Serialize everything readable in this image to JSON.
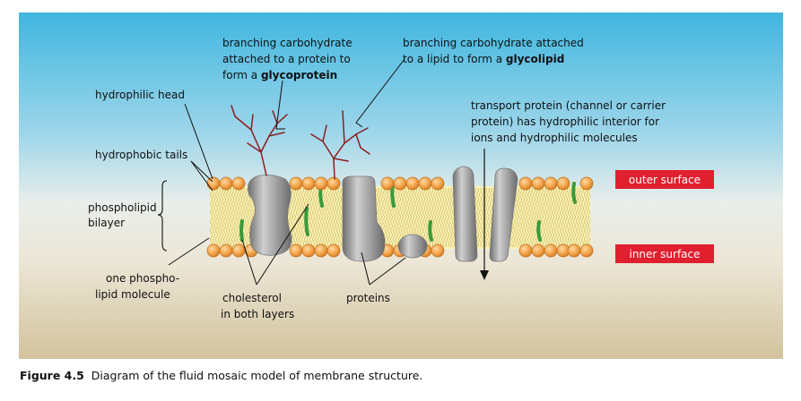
{
  "labels": {
    "glycoprotein": {
      "line1": "branching carbohydrate",
      "line2": "attached to a protein to",
      "line3_prefix": "form a ",
      "line3_bold": "glycoprotein"
    },
    "glycolipid": {
      "line1": "branching carbohydrate attached",
      "line2_prefix": "to a lipid to form a ",
      "line2_bold": "glycolipid"
    },
    "hydrophilic_head": "hydrophilic head",
    "hydrophobic_tails": "hydrophobic tails",
    "phospholipid_bilayer": {
      "line1": "phospholipid",
      "line2": "bilayer"
    },
    "one_phospholipid": {
      "line1": "one phospho-",
      "line2": "lipid molecule"
    },
    "cholesterol": {
      "line1": "cholesterol",
      "line2": "in both layers"
    },
    "proteins": "proteins",
    "transport_protein": {
      "line1": "transport protein (channel or carrier",
      "line2": "protein) has hydrophilic interior for",
      "line3": "ions and hydrophilic molecules"
    },
    "outer_surface": "outer surface",
    "inner_surface": "inner surface"
  },
  "caption": {
    "label": "Figure 4.5",
    "text": "Diagram of the fluid mosaic model of membrane structure."
  },
  "colors": {
    "sky_top": "#3fb6df",
    "sky_mid": "#bfe4ef",
    "ground": "#d5c9a6",
    "head": "#f3a34a",
    "bilayer": "#fbf3b4",
    "tail": "#d2c070",
    "cholesterol": "#3a9a3a",
    "protein": "#9a9a9a",
    "carbohydrate": "#8a1f23",
    "surface_box": "#e0202e"
  }
}
